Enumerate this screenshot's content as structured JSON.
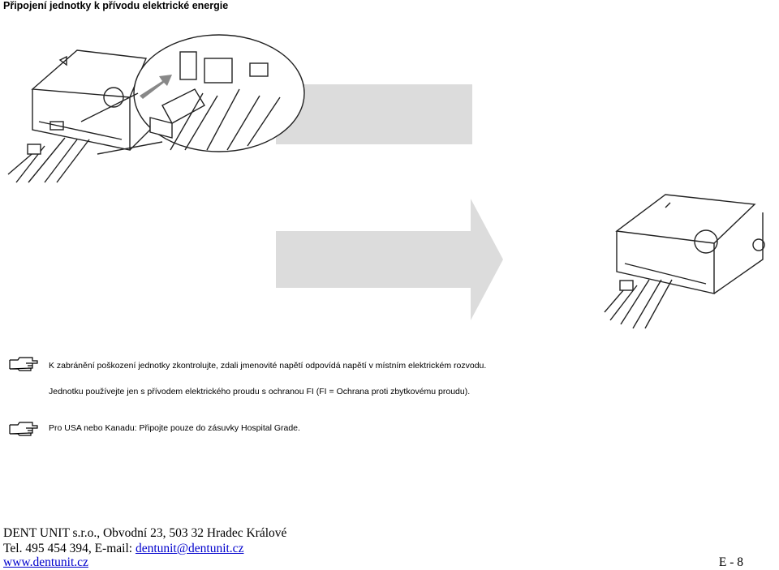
{
  "page": {
    "title": "Připojení jednotky k přívodu elektrické energie"
  },
  "icons": {
    "hand": "pointing-hand-icon",
    "arrow": "right-arrow-icon"
  },
  "notes": [
    {
      "text": "K zabránění poškození jednotky zkontrolujte, zdali jmenovité napětí odpovídá napětí v místním elektrickém rozvodu."
    },
    {
      "text": "Jednotku používejte jen s přívodem elektrického proudu s ochranou FI (FI = Ochrana proti zbytkovému proudu)."
    },
    {
      "text": "Pro USA nebo Kanadu: Připojte pouze do zásuvky Hospital Grade."
    }
  ],
  "footer": {
    "line1": "DENT UNIT s.r.o., Obvodní 23, 503 32 Hradec Králové",
    "line2_prefix": "Tel. 495 454 394, E-mail: ",
    "email": "dentunit@dentunit.cz",
    "website": "www.dentunit.cz",
    "page_number": "E - 8"
  },
  "colors": {
    "arrow_fill": "#dcdcdc",
    "line_art": "#222222",
    "link": "#0000cc"
  }
}
